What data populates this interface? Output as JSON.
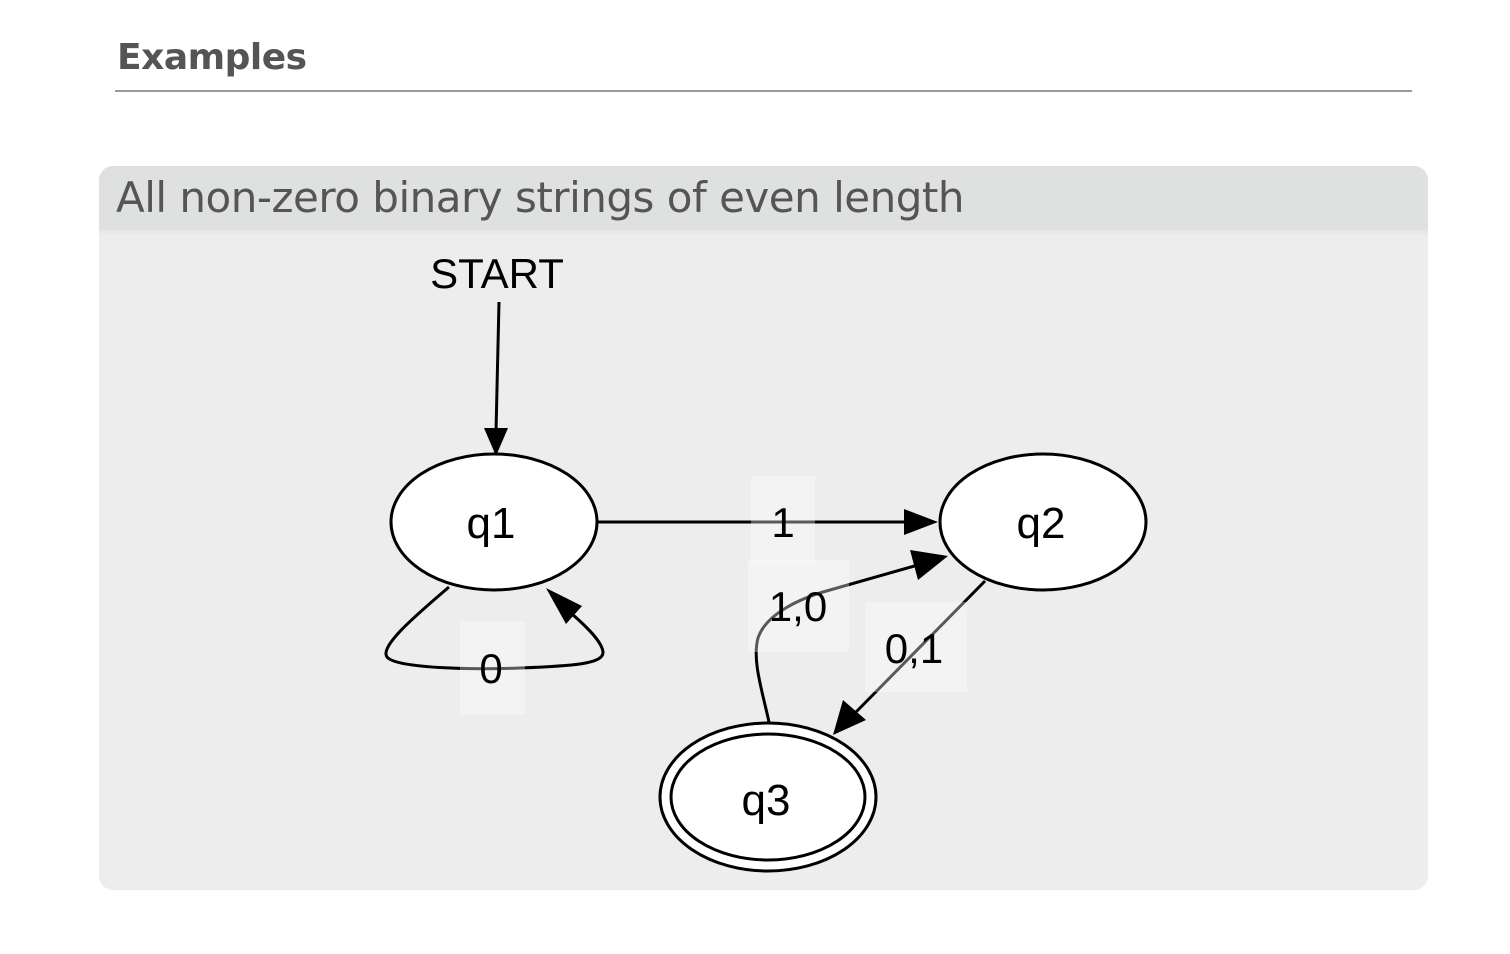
{
  "frame": {
    "title": "Examples"
  },
  "block": {
    "title": "All non-zero binary strings of even length"
  },
  "diagram": {
    "start_label": "START",
    "states": [
      {
        "id": "q1",
        "label": "q1",
        "accepting": false,
        "start": true
      },
      {
        "id": "q2",
        "label": "q2",
        "accepting": false,
        "start": false
      },
      {
        "id": "q3",
        "label": "q3",
        "accepting": true,
        "start": false
      }
    ],
    "transitions": [
      {
        "from": "q1",
        "to": "q1",
        "label": "0"
      },
      {
        "from": "q1",
        "to": "q2",
        "label": "1"
      },
      {
        "from": "q2",
        "to": "q3",
        "label": "0,1"
      },
      {
        "from": "q3",
        "to": "q2",
        "label": "1,0"
      }
    ]
  }
}
